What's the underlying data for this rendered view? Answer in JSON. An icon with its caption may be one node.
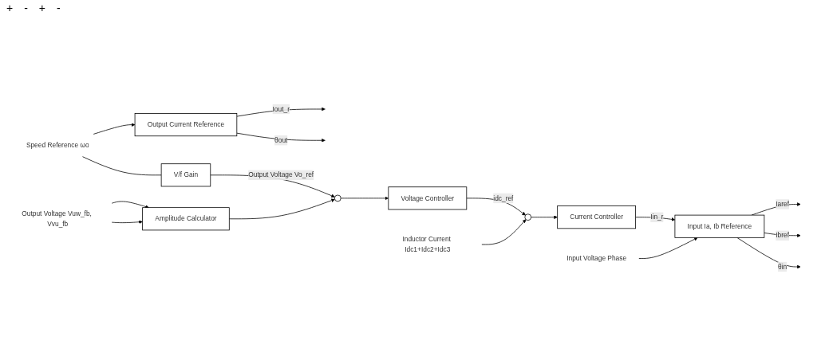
{
  "diagram": {
    "nodes": [
      {
        "text": [
          "Speed Reference ωo"
        ]
      },
      {
        "text": [
          "Output Current Reference"
        ]
      },
      {
        "text": [
          "V/f Gain"
        ]
      },
      {
        "text": [],
        "shape": "circle"
      },
      {
        "text": [
          "Voltage Controller"
        ]
      },
      {
        "text": [],
        "shape": "circle"
      },
      {
        "text": [
          "Current Controller"
        ]
      },
      {
        "text": [
          "Input Ia, Ib Reference"
        ]
      },
      {
        "text": [
          "Amplitude Calculator"
        ]
      },
      {
        "text": [
          "Output Voltage Vuw_fb, Vvu_fb"
        ]
      },
      {
        "text": [
          "Inductor Current Idc1+Idc2+Idc3"
        ]
      },
      {
        "text": [
          "Input Voltage Phase"
        ]
      }
    ],
    "edges": [
      {
        "from": 0,
        "to": 1,
        "arrow": "to"
      },
      {
        "from": 0,
        "to": 2,
        "arrow": "none"
      },
      {
        "from": 1,
        "to": null,
        "arrow": "to",
        "label": "Iout_r"
      },
      {
        "from": 1,
        "to": null,
        "arrow": "to",
        "label": "θout"
      },
      {
        "from": 2,
        "to": 3,
        "arrow": "to",
        "label": "Output Voltage Vo_ref"
      },
      {
        "from": 3,
        "to": 4,
        "arrow": "to"
      },
      {
        "from": 8,
        "to": 3,
        "arrow": "to"
      },
      {
        "from": 4,
        "to": 5,
        "arrow": "to",
        "label": "idc_ref"
      },
      {
        "from": 10,
        "to": 5,
        "arrow": "to"
      },
      {
        "from": 5,
        "to": 6,
        "arrow": "to"
      },
      {
        "from": 6,
        "to": 7,
        "arrow": "to",
        "label": "Iin_r"
      },
      {
        "from": 11,
        "to": 7,
        "arrow": "to"
      },
      {
        "from": 7,
        "to": null,
        "arrow": "to",
        "label": "Iaref"
      },
      {
        "from": 7,
        "to": null,
        "arrow": "to",
        "label": "Ibref"
      },
      {
        "from": 7,
        "to": null,
        "arrow": "to",
        "label": "θin"
      },
      {
        "from": 9,
        "to": 8,
        "arrow": "to"
      },
      {
        "from": 9,
        "to": 8,
        "arrow": "to"
      }
    ],
    "labels": [
      "+",
      "-",
      "+",
      "-"
    ]
  }
}
